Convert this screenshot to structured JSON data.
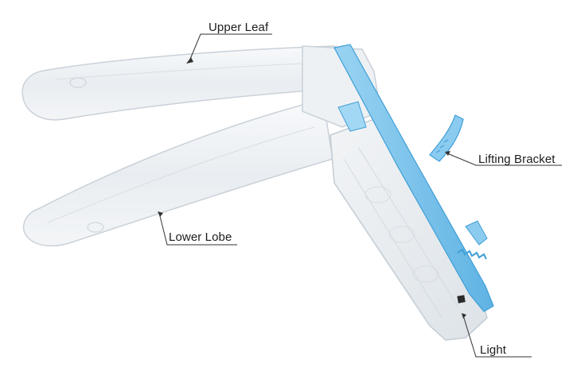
{
  "labels": {
    "upper_leaf": "Upper Leaf",
    "lower_lobe": "Lower Lobe",
    "lifting_bracket": "Lifting Bracket",
    "light": "Light"
  },
  "colors": {
    "plastic_body": "#eef1f4",
    "plastic_edge": "#c9d1d8",
    "accent_blue": "#7cc2ea",
    "accent_blue_dark": "#3f9fd6",
    "text": "#1c1c1c",
    "callout_line": "#333333"
  }
}
